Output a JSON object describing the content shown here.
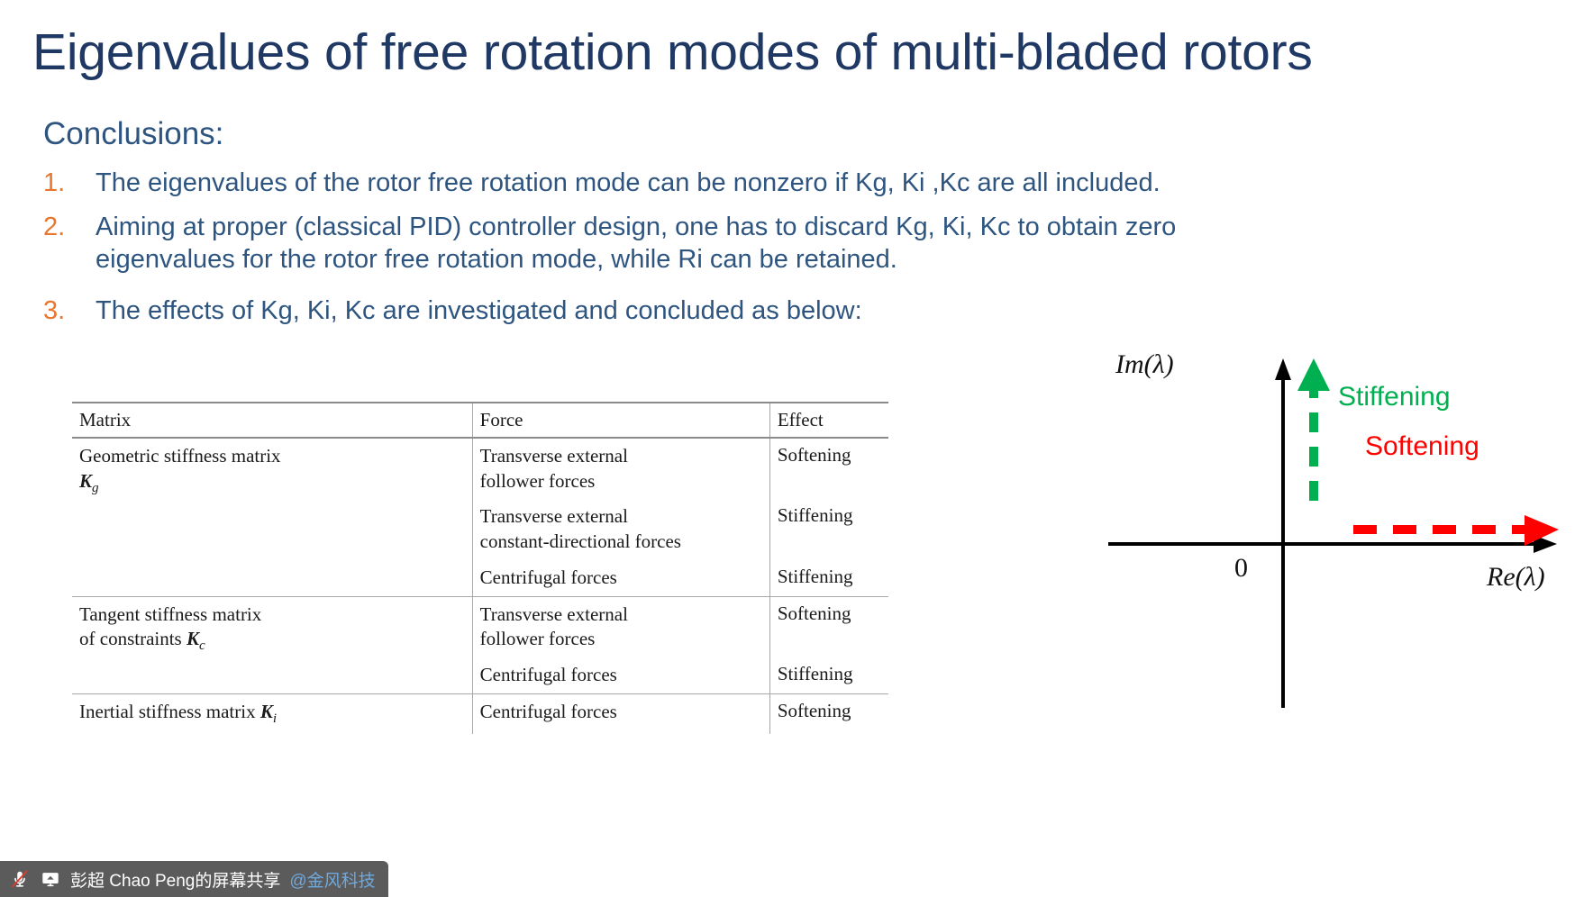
{
  "slide": {
    "title": "Eigenvalues of free rotation modes of multi-bladed rotors",
    "title_color": "#1F3864",
    "body_color": "#2E5580",
    "number_color": "#E8762C",
    "conclusions_heading": "Conclusions:",
    "bullets": [
      {
        "number": "1.",
        "text": "The eigenvalues of the rotor free rotation mode can be nonzero if Kg, Ki ,Kc are all included."
      },
      {
        "number": "2.",
        "text": "Aiming at proper (classical PID) controller design, one has to discard Kg, Ki, Kc to obtain zero eigenvalues for the rotor free rotation mode, while Ri can be retained."
      },
      {
        "number": "3.",
        "text": "The effects of Kg, Ki, Kc are investigated and concluded as below:"
      }
    ]
  },
  "table": {
    "headers": [
      "Matrix",
      "Force",
      "Effect"
    ],
    "rows": [
      {
        "matrix_name": "Geometric stiffness matrix",
        "matrix_symbol": "K",
        "matrix_subscript": "g",
        "symbol_on_new_line": true,
        "entries": [
          {
            "force_lines": [
              "Transverse external",
              "follower forces"
            ],
            "effect": "Softening"
          },
          {
            "force_lines": [
              "Transverse external",
              "constant-directional forces"
            ],
            "effect": "Stiffening"
          },
          {
            "force_lines": [
              "Centrifugal forces"
            ],
            "effect": "Stiffening"
          }
        ]
      },
      {
        "matrix_name_line1": "Tangent stiffness matrix",
        "matrix_name_line2": "of constraints",
        "matrix_symbol": "K",
        "matrix_subscript": "c",
        "symbol_on_new_line": false,
        "entries": [
          {
            "force_lines": [
              "Transverse external",
              "follower forces"
            ],
            "effect": "Softening"
          },
          {
            "force_lines": [
              "Centrifugal forces"
            ],
            "effect": "Stiffening"
          }
        ]
      },
      {
        "matrix_name": "Inertial stiffness matrix",
        "matrix_symbol": "K",
        "matrix_subscript": "i",
        "symbol_on_new_line": false,
        "entries": [
          {
            "force_lines": [
              "Centrifugal forces"
            ],
            "effect": "Softening"
          }
        ]
      }
    ]
  },
  "diagram": {
    "im_axis_label": "Im(λ)",
    "re_axis_label": "Re(λ)",
    "origin_label": "0",
    "stiffening_label": "Stiffening",
    "softening_label": "Softening",
    "stiffening_color": "#00B050",
    "softening_color": "#FF0000",
    "axis_color": "#000000"
  },
  "status_bar": {
    "mic_icon": "microphone-muted-icon",
    "share_icon": "screen-share-icon",
    "text": "彭超 Chao Peng的屏幕共享",
    "handle": "@金风科技",
    "background": "#5B5B5B",
    "handle_color": "#6FA8DC"
  }
}
